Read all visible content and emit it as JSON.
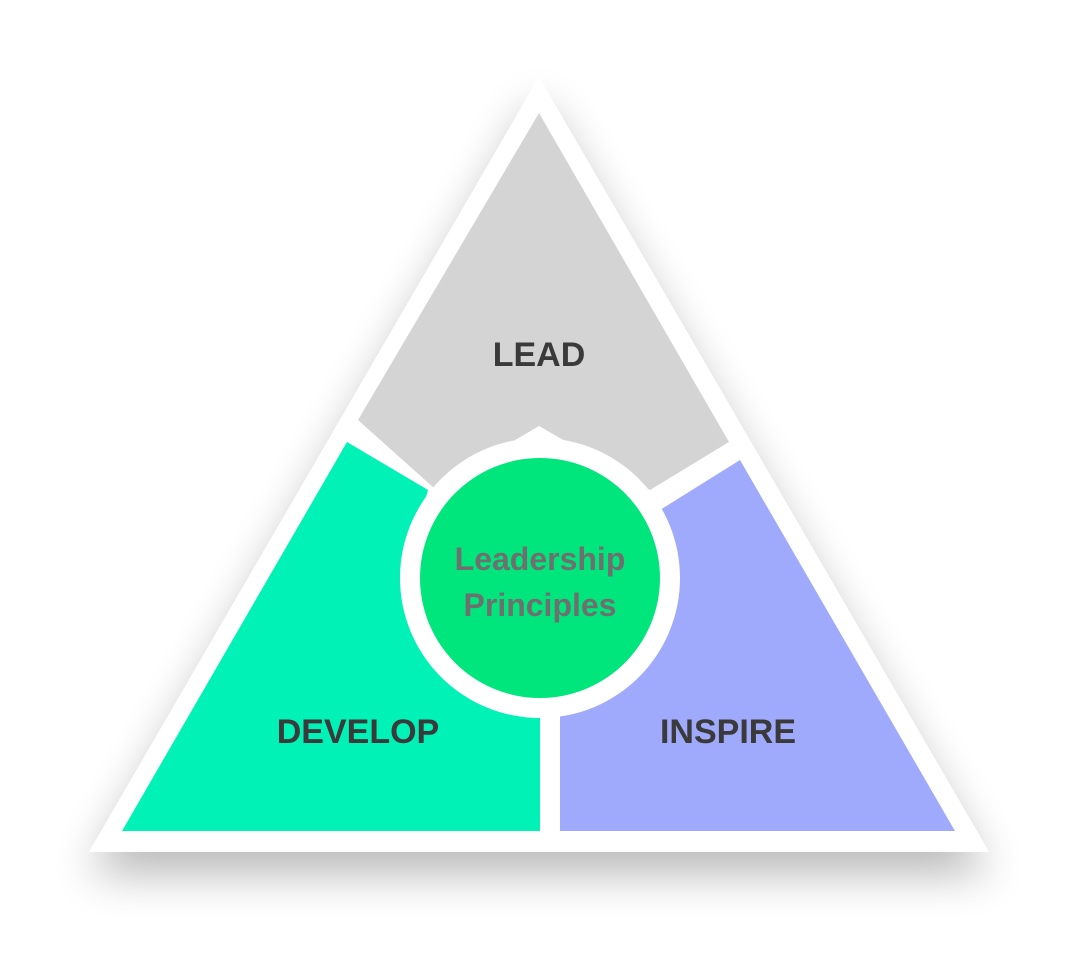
{
  "center": {
    "line1": "Leadership",
    "line2": "Principles"
  },
  "segments": {
    "top": {
      "label": "LEAD"
    },
    "left": {
      "label": "DEVELOP"
    },
    "right": {
      "label": "INSPIRE"
    }
  },
  "colors": {
    "frame": "#ffffff",
    "top_fill": "#d4d4d4",
    "left_fill": "#00f2b6",
    "right_fill": "#a0aafc",
    "center_fill": "#00e67c",
    "label_text": "#3a3a3a",
    "center_text": "#6f6f6f"
  }
}
